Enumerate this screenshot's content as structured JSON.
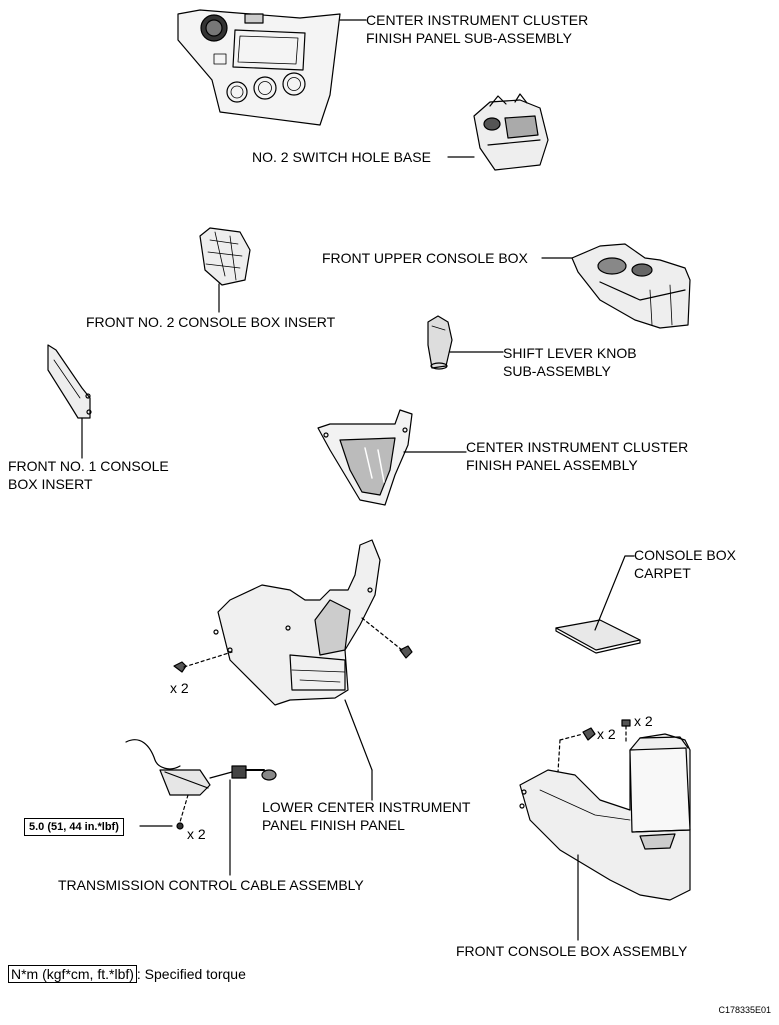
{
  "labels": {
    "center_cluster_sub": [
      "CENTER INSTRUMENT CLUSTER",
      "FINISH PANEL SUB-ASSEMBLY"
    ],
    "switch_hole_base": "NO. 2 SWITCH HOLE BASE",
    "front_upper_console": "FRONT UPPER CONSOLE BOX",
    "front_no2_insert": "FRONT NO. 2 CONSOLE BOX INSERT",
    "shift_lever_knob": [
      "SHIFT LEVER KNOB",
      "SUB-ASSEMBLY"
    ],
    "front_no1_insert": [
      "FRONT NO. 1 CONSOLE",
      "BOX INSERT"
    ],
    "center_cluster_assy": [
      "CENTER INSTRUMENT CLUSTER",
      "FINISH PANEL ASSEMBLY"
    ],
    "console_box_carpet": [
      "CONSOLE BOX",
      "CARPET"
    ],
    "lower_center_panel": [
      "LOWER CENTER INSTRUMENT",
      "PANEL FINISH PANEL"
    ],
    "transmission_cable": "TRANSMISSION CONTROL CABLE ASSEMBLY",
    "front_console_box": "FRONT CONSOLE BOX ASSEMBLY"
  },
  "quantities": {
    "lower_panel_clip": "x 2",
    "console_screw": "x 2",
    "console_bolt": "x 2",
    "cable_nut": "x 2"
  },
  "torque": {
    "cable_nut": "5.0 (51, 44 in.*lbf)"
  },
  "legend": {
    "unit_box": "N*m (kgf*cm, ft.*lbf)",
    "text": ": Specified torque"
  },
  "figure_code": "C178335E01"
}
